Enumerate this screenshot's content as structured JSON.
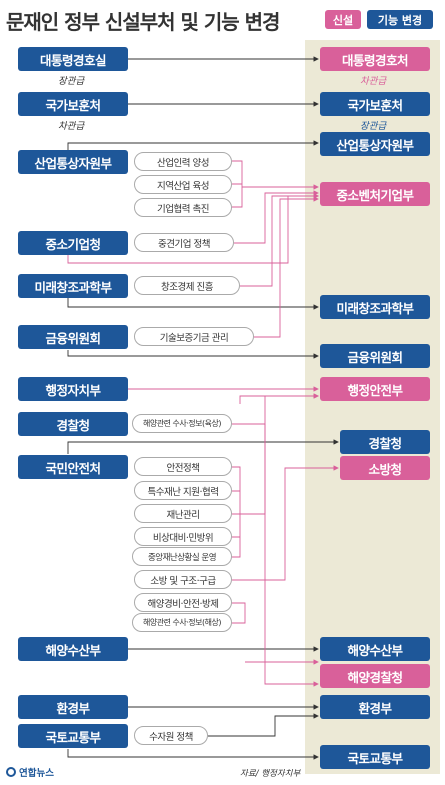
{
  "title": "문재인 정부 신설부처 및 기능 변경",
  "legend": {
    "new": "신설",
    "change": "기능 변경",
    "new_color": "#d9609a",
    "change_color": "#1e5799"
  },
  "left": {
    "l0": "대통령경호실",
    "l0_sub": "장관급",
    "l1": "국가보훈처",
    "l1_sub": "차관급",
    "l2": "산업통상자원부",
    "l3": "중소기업청",
    "l4": "미래창조과학부",
    "l5": "금융위원회",
    "l6": "행정자치부",
    "l7": "경찰청",
    "l8": "국민안전처",
    "l9": "해양수산부",
    "l10": "환경부",
    "l11": "국토교통부"
  },
  "functions": {
    "f0": "산업인력 양성",
    "f1": "지역산업 육성",
    "f2": "기업협력 촉진",
    "f3": "중견기업 정책",
    "f4": "창조경제 진흥",
    "f5": "기술보증기금 관리",
    "f6": "해양관련 수사·정보(육상)",
    "f7": "안전정책",
    "f8": "특수재난 지원·협력",
    "f9": "재난관리",
    "f10": "비상대비·민방위",
    "f11": "중앙재난상황실 운영",
    "f12": "소방 및 구조·구급",
    "f13": "해양경비·안전·방제",
    "f14": "해양관련 수사·정보(해상)",
    "f15": "수자원 정책"
  },
  "right": {
    "r0": "대통령경호처",
    "r0_sub": "차관급",
    "r1": "국가보훈처",
    "r1_sub": "장관급",
    "r2": "산업통상자원부",
    "r3": "중소벤처기업부",
    "r4": "미래창조과학부",
    "r5": "금융위원회",
    "r6": "행정안전부",
    "r7": "경찰청",
    "r8": "소방청",
    "r9": "해양수산부",
    "r10": "해양경찰청",
    "r11": "환경부",
    "r12": "국토교통부"
  },
  "footer": {
    "logo": "연합뉴스",
    "source": "자료/ 행정자치부"
  },
  "colors": {
    "navy": "#1e5799",
    "pink": "#d9609a",
    "panel": "#ece9d6",
    "line": "#333333"
  }
}
